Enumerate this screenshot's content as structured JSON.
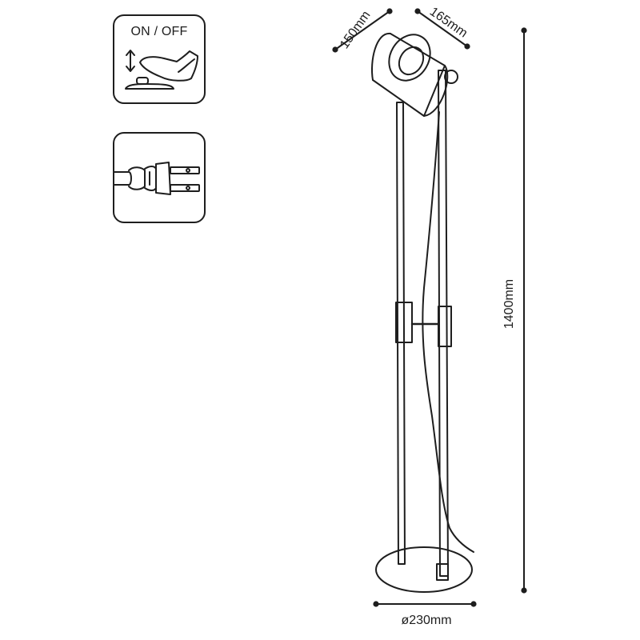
{
  "icons": {
    "switch": {
      "label": "ON / OFF",
      "icon": "foot-switch-icon"
    },
    "plug": {
      "icon": "power-plug-icon"
    }
  },
  "dimensions": {
    "shade_length": "150mm",
    "shade_diameter": "165mm",
    "height": "1400mm",
    "base_diameter": "ø230mm"
  },
  "colors": {
    "line": "#1e1e1e",
    "background": "#ffffff"
  }
}
